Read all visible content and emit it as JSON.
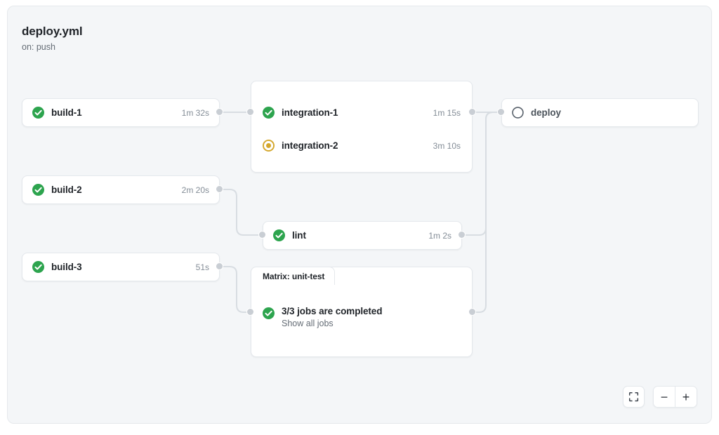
{
  "workflow": {
    "title": "deploy.yml",
    "trigger": "on: push"
  },
  "colors": {
    "success": "#2da44e",
    "in_progress": "#d4a72c",
    "pending": "#57606a",
    "edge": "#d8dde2",
    "canvas_bg": "#f4f6f8",
    "node_bg": "#ffffff"
  },
  "nodes": {
    "build_1": {
      "label": "build-1",
      "duration": "1m 32s",
      "status": "success",
      "status_icon": "check-circle-icon"
    },
    "build_2": {
      "label": "build-2",
      "duration": "2m 20s",
      "status": "success",
      "status_icon": "check-circle-icon"
    },
    "build_3": {
      "label": "build-3",
      "duration": "51s",
      "status": "success",
      "status_icon": "check-circle-icon"
    },
    "integration_1": {
      "label": "integration-1",
      "duration": "1m 15s",
      "status": "success",
      "status_icon": "check-circle-icon"
    },
    "integration_2": {
      "label": "integration-2",
      "duration": "3m 10s",
      "status": "in_progress",
      "status_icon": "in-progress-icon"
    },
    "lint": {
      "label": "lint",
      "duration": "1m 2s",
      "status": "success",
      "status_icon": "check-circle-icon"
    },
    "deploy": {
      "label": "deploy",
      "duration": "",
      "status": "pending",
      "status_icon": "pending-circle-icon"
    },
    "matrix": {
      "group_label": "Matrix: unit-test",
      "summary": "3/3 jobs are completed",
      "show_all": "Show all jobs",
      "status": "success",
      "status_icon": "check-circle-icon"
    }
  },
  "controls": {
    "fit_label": "fit-to-screen",
    "zoom_out_label": "−",
    "zoom_in_label": "+"
  }
}
